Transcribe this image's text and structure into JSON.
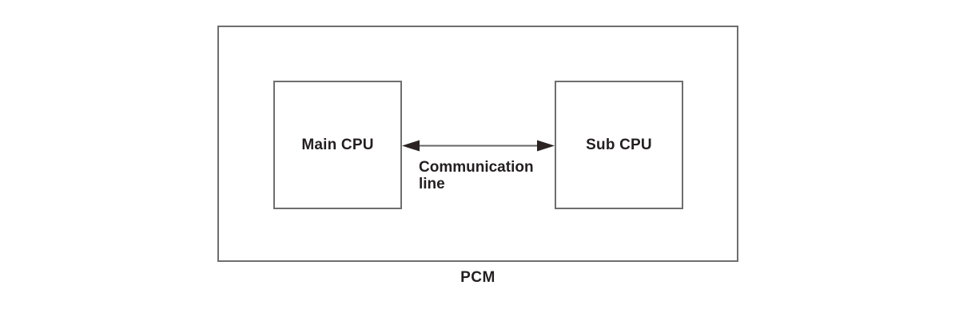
{
  "diagram": {
    "outer_label": "PCM",
    "nodes": [
      {
        "label": "Main CPU"
      },
      {
        "label": "Sub CPU"
      }
    ],
    "link": {
      "type": "double-headed-arrow",
      "label_line1": "Communication",
      "label_line2": "line"
    },
    "colors": {
      "box_border": "#6e6e6e",
      "arrow_shaft": "#666666",
      "arrow_head": "#2b2422",
      "text": "#231f20",
      "background": "#ffffff"
    }
  }
}
